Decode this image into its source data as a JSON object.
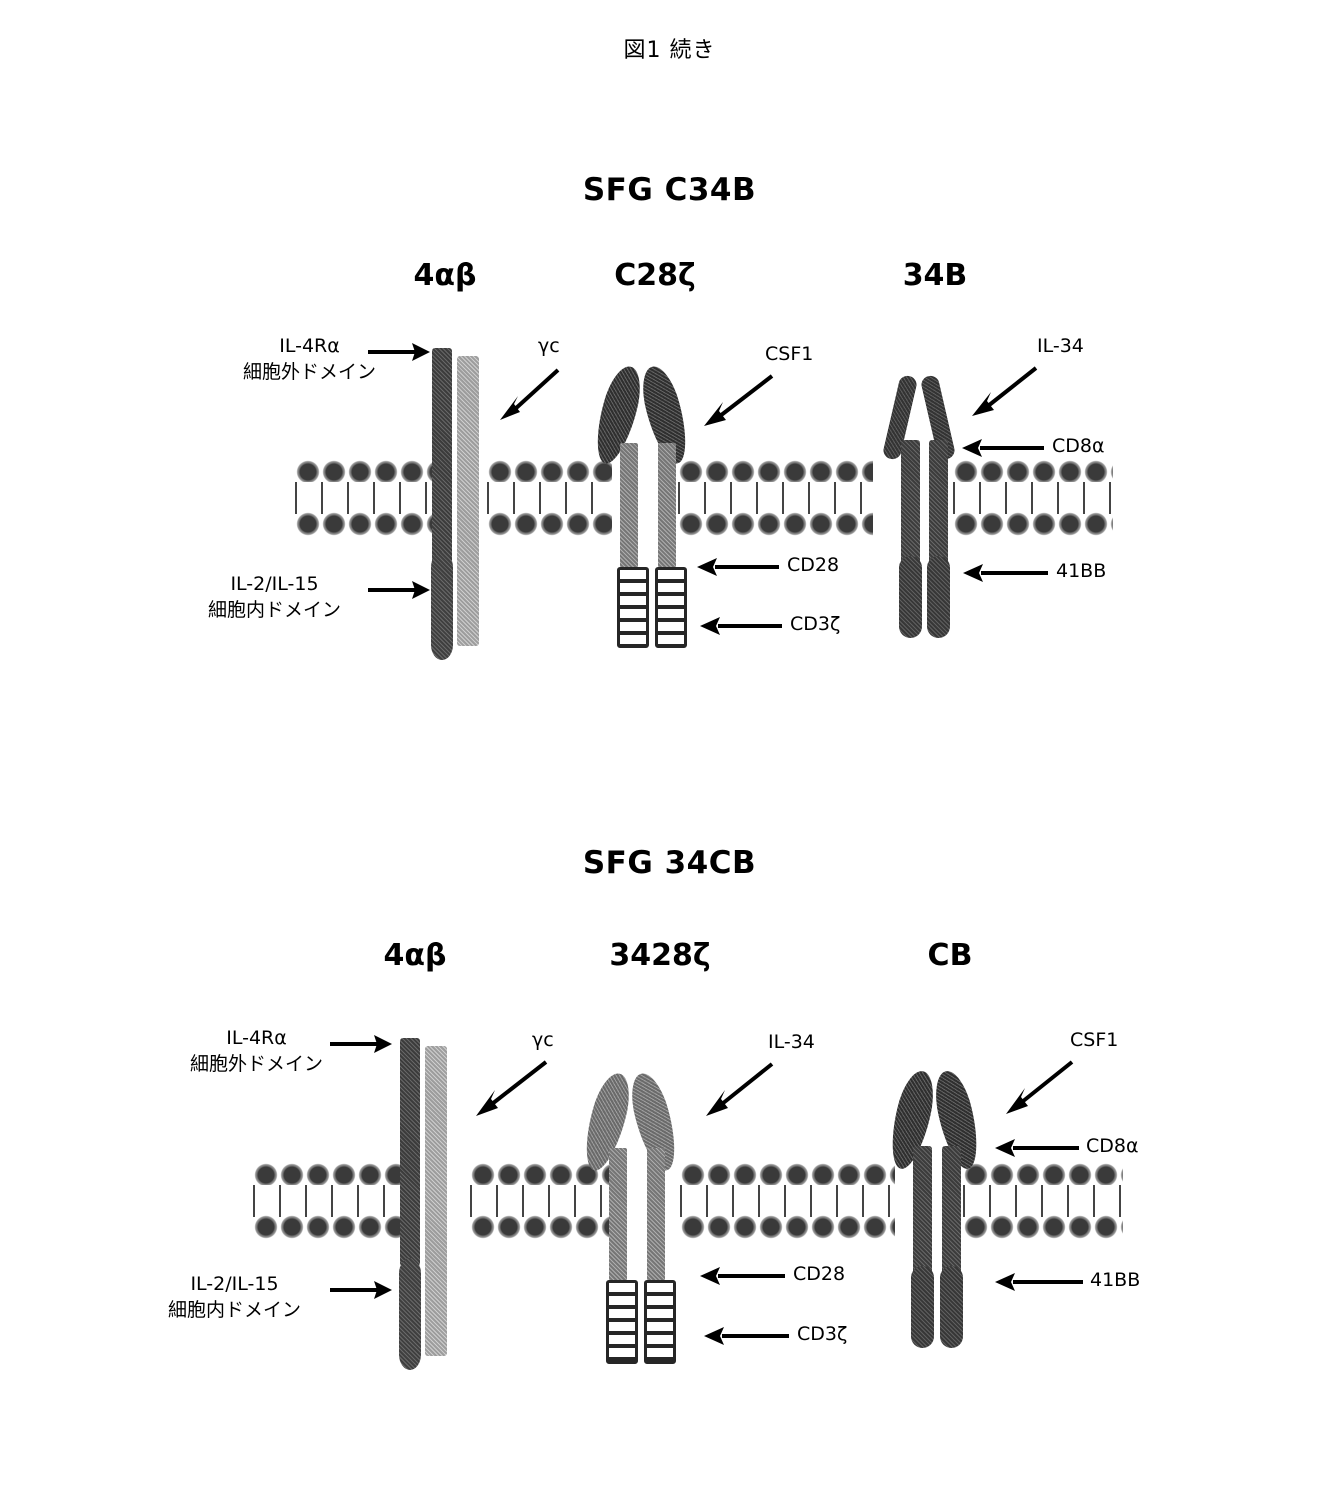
{
  "figure": {
    "caption": "図1 続き"
  },
  "panels": [
    {
      "id": "sfg-c34b",
      "title": "SFG C34B",
      "columns": [
        {
          "id": "col-4ab",
          "label": "4αβ"
        },
        {
          "id": "col-c28z",
          "label": "C28ζ"
        },
        {
          "id": "col-34b",
          "label": "34B"
        }
      ],
      "labels": {
        "il4ra_line1": "IL-4Rα",
        "il4ra_line2": "細胞外ドメイン",
        "il2il15_line1": "IL-2/IL-15",
        "il2il15_line2": "細胞内ドメイン",
        "gamma_c": "γc",
        "ligand_middle": "CSF1",
        "ligand_right": "IL-34",
        "cd8a": "CD8α",
        "cd28": "CD28",
        "cd3z": "CD3ζ",
        "41bb": "41BB"
      }
    },
    {
      "id": "sfg-34cb",
      "title": "SFG 34CB",
      "columns": [
        {
          "id": "col-4ab",
          "label": "4αβ"
        },
        {
          "id": "col-3428z",
          "label": "3428ζ"
        },
        {
          "id": "col-cb",
          "label": "CB"
        }
      ],
      "labels": {
        "il4ra_line1": "IL-4Rα",
        "il4ra_line2": "細胞外ドメイン",
        "il2il15_line1": "IL-2/IL-15",
        "il2il15_line2": "細胞内ドメイン",
        "gamma_c": "γc",
        "ligand_middle": "IL-34",
        "ligand_right": "CSF1",
        "cd8a": "CD8α",
        "cd28": "CD28",
        "cd3z": "CD3ζ",
        "41bb": "41BB"
      }
    }
  ],
  "colors": {
    "ink": "#000000",
    "paper": "#ffffff",
    "dark_domain": "#3a3a3a",
    "mid_domain": "#6f6f6f",
    "light_domain": "#9d9d9d"
  }
}
